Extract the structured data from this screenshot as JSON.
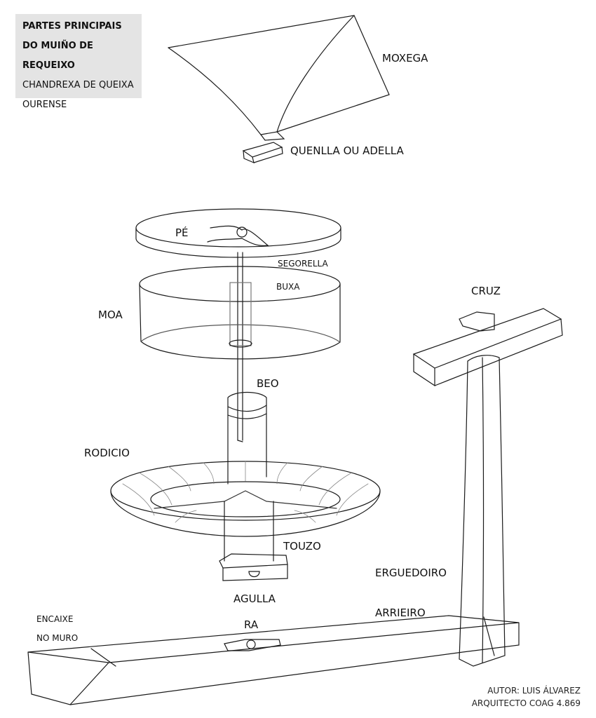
{
  "title": {
    "line1": "PARTES PRINCIPAIS",
    "line2": "DO MUIÑO DE REQUEIXO",
    "line3": "CHANDREXA DE QUEIXA",
    "line4": "OURENSE"
  },
  "labels": {
    "moxega": "MOXEGA",
    "quenlla": "QUENLLA OU ADELLA",
    "pe": "PÉ",
    "segorella": "SEGORELLA",
    "buxa": "BUXA",
    "moa": "MOA",
    "cruz": "CRUZ",
    "beo": "BEO",
    "rodicio": "RODICIO",
    "touzo": "TOUZO",
    "erguedoiro": "ERGUEDOIRO",
    "agulla": "AGULLA",
    "arrieiro": "ARRIEIRO",
    "encaixe1": "ENCAIXE",
    "encaixe2": "NO MURO",
    "ra": "RA"
  },
  "author": {
    "line1": "AUTOR: LUIS ÁLVAREZ",
    "line2": "ARQUITECTO COAG 4.869"
  }
}
